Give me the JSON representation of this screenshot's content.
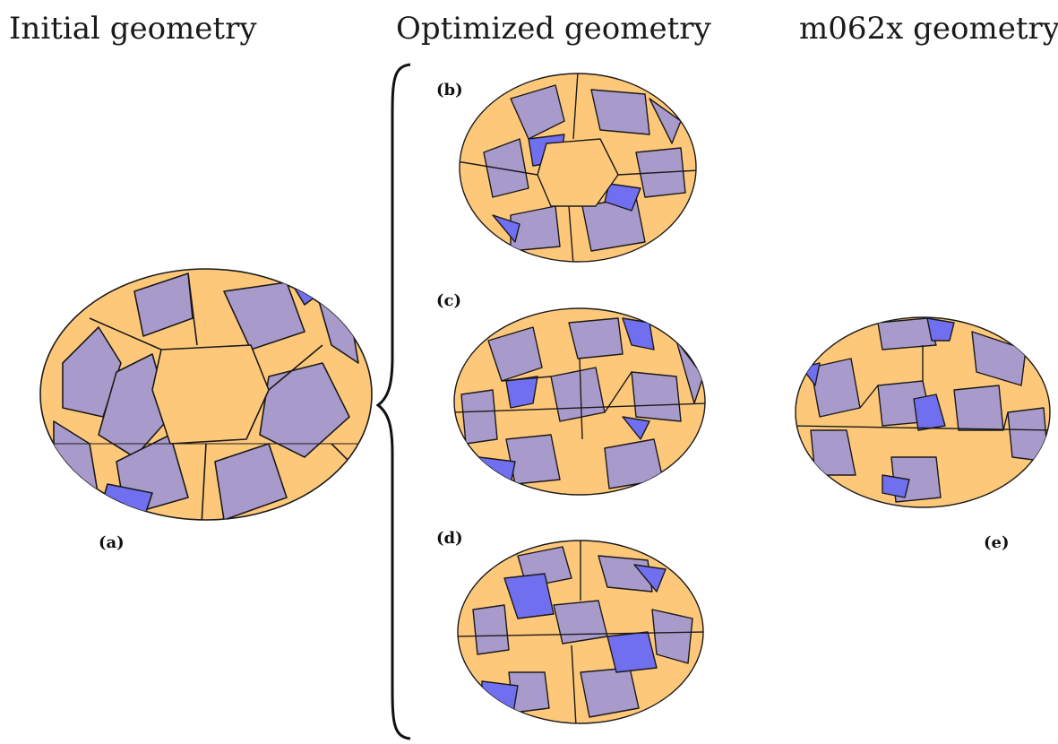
{
  "titles": {
    "initial": "Initial geometry",
    "optimized": "Optimized geometry",
    "m062x": "m062x geometry"
  },
  "panels": [
    {
      "id": "a",
      "label": "(a)"
    },
    {
      "id": "b",
      "label": "(b)"
    },
    {
      "id": "c",
      "label": "(c)"
    },
    {
      "id": "d",
      "label": "(d)"
    },
    {
      "id": "e",
      "label": "(e)"
    }
  ],
  "colors": {
    "hexagon": "#FEC87A",
    "pentagon": "#A89BCC",
    "highlight": "#6F6FF0",
    "edge": "#1a1a1a",
    "text": "#1a1a1a"
  },
  "icons": {
    "brace": "left-curly-brace"
  }
}
